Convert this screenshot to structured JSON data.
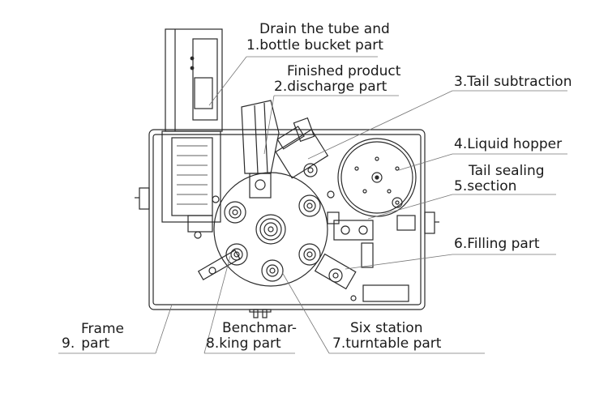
{
  "labels": {
    "l1_line1": "Drain the tube and",
    "l1_num": "1.",
    "l1_line2": "bottle bucket part",
    "l2_line1": "Finished product",
    "l2_num": "2.",
    "l2_line2": "discharge part",
    "l3_num": "3.",
    "l3_text": "Tail subtraction",
    "l4_num": "4.",
    "l4_text": "Liquid hopper",
    "l5_line1": "Tail sealing",
    "l5_num": "5.",
    "l5_line2": "section",
    "l6_num": "6.",
    "l6_text": "Filling part",
    "l7_line1": "Six station",
    "l7_num": "7.",
    "l7_line2": "turntable part",
    "l8_line1": "Benchmar-",
    "l8_num": "8.",
    "l8_line2": "king part",
    "l9_line1": "Frame",
    "l9_num": "9.",
    "l9_line2": "part"
  }
}
